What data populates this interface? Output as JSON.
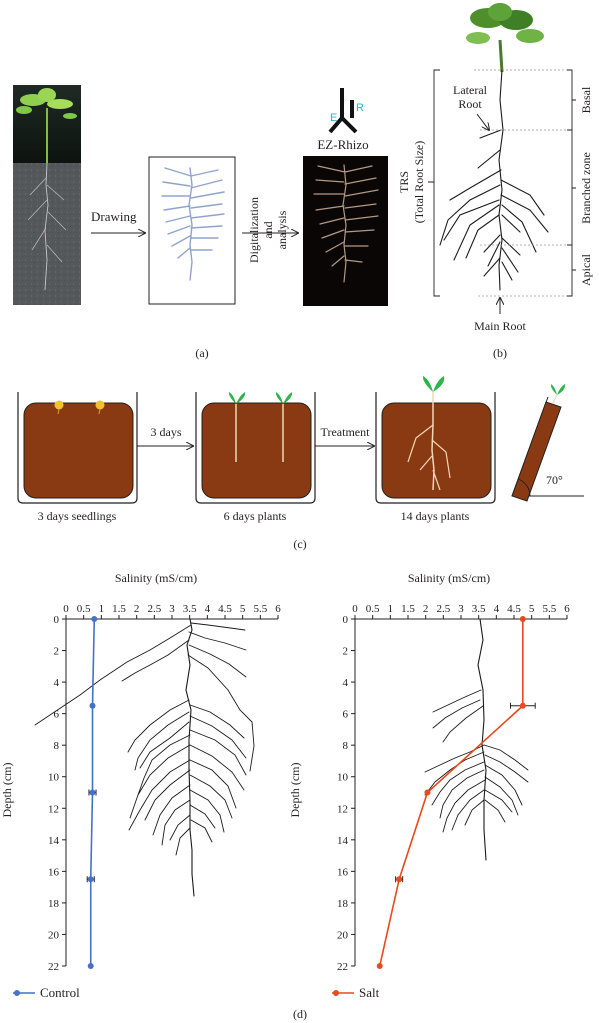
{
  "panel_a": {
    "label": "(a)",
    "drawing_label": "Drawing",
    "digitalization_lines": [
      "Digitalization",
      "and",
      "analysis"
    ],
    "software_label": "EZ-Rhizo",
    "logo_letters": [
      "E",
      "R"
    ]
  },
  "panel_b": {
    "label": "(b)",
    "lateral_root": [
      "Lateral",
      "Root"
    ],
    "trs_lines": [
      "TRS",
      "(Total Root Size)"
    ],
    "zones": [
      "Basal",
      "Branched zone",
      "Apical"
    ],
    "main_root": "Main Root"
  },
  "panel_c": {
    "label": "(c)",
    "captions": [
      "3 days seedlings",
      "6 days plants",
      "14 days plants"
    ],
    "arrow_1": "3 days",
    "arrow_2": "Treatment",
    "angle": "70°"
  },
  "panel_d": {
    "label": "(d)"
  },
  "chart_data": [
    {
      "type": "line",
      "xlabel": "Salinity (mS/cm)",
      "ylabel": "Depth (cm)",
      "xlim": [
        0,
        6
      ],
      "ylim": [
        22,
        0
      ],
      "y_inverted": true,
      "x_ticks": [
        "0",
        "0.5",
        "1",
        "1.5",
        "2",
        "2.5",
        "3",
        "3.5",
        "4",
        "4.5",
        "5",
        "5.5",
        "6"
      ],
      "y_ticks": [
        "0",
        "2",
        "4",
        "6",
        "8",
        "10",
        "12",
        "14",
        "16",
        "18",
        "20",
        "22"
      ],
      "x_axis_position": "top",
      "series": [
        {
          "name": "Control",
          "color": "#4472c4",
          "x": [
            0.8,
            0.75,
            0.75,
            0.7,
            0.7
          ],
          "y": [
            0,
            5.5,
            11,
            16.5,
            22
          ],
          "error_x": [
            0,
            0,
            0.1,
            0.1,
            0
          ]
        }
      ]
    },
    {
      "type": "line",
      "xlabel": "Salinity (mS/cm)",
      "ylabel": "Depth (cm)",
      "xlim": [
        0,
        6
      ],
      "ylim": [
        22,
        0
      ],
      "y_inverted": true,
      "x_ticks": [
        "0",
        "0.5",
        "1",
        "1.5",
        "2",
        "2.5",
        "3",
        "3.5",
        "4",
        "4.5",
        "5",
        "5.5",
        "6"
      ],
      "y_ticks": [
        "0",
        "2",
        "4",
        "6",
        "8",
        "10",
        "12",
        "14",
        "16",
        "18",
        "20",
        "22"
      ],
      "x_axis_position": "top",
      "series": [
        {
          "name": "Salt",
          "color": "#e8491d",
          "x": [
            4.75,
            4.75,
            2.05,
            1.25,
            0.7
          ],
          "y": [
            0,
            5.5,
            11,
            16.5,
            22
          ],
          "error_x": [
            0,
            0.35,
            0,
            0.1,
            0
          ]
        }
      ]
    }
  ]
}
